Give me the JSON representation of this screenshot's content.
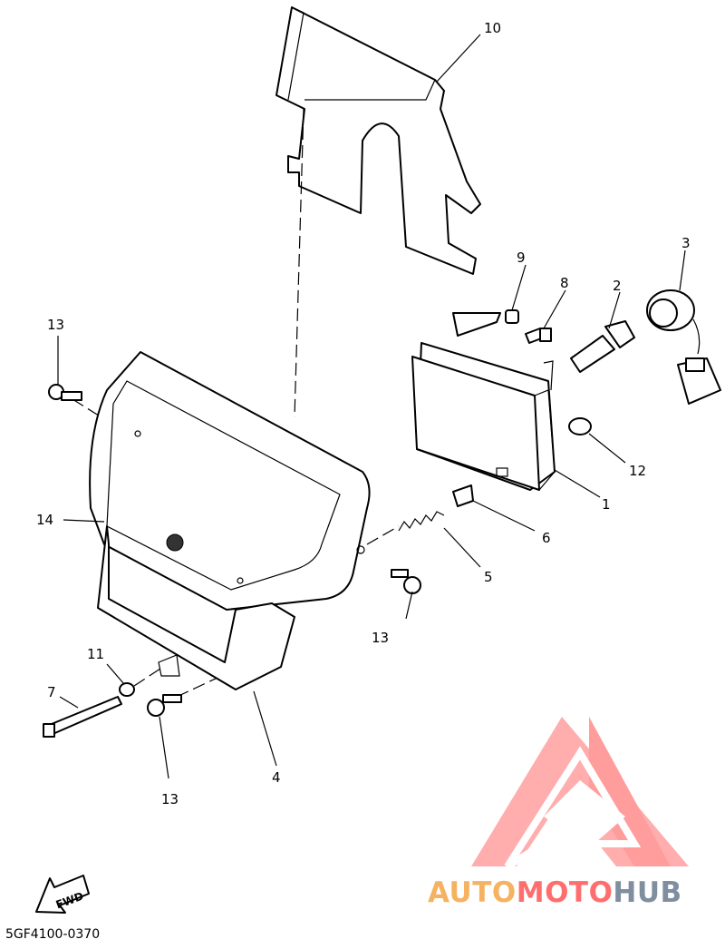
{
  "diagram": {
    "code": "5GF4100-0370",
    "fwd_label": "FWD",
    "callouts": [
      "1",
      "2",
      "3",
      "4",
      "5",
      "6",
      "7",
      "8",
      "9",
      "10",
      "11",
      "12",
      "13",
      "14"
    ],
    "watermark": {
      "part1": "AUTO",
      "part2": "MOTO",
      "part3": "HUB",
      "colors": {
        "auto": "#f5b261",
        "moto": "#ff6e6e",
        "hub": "#7f8fa0",
        "logo": "#ff9f9f"
      }
    }
  }
}
